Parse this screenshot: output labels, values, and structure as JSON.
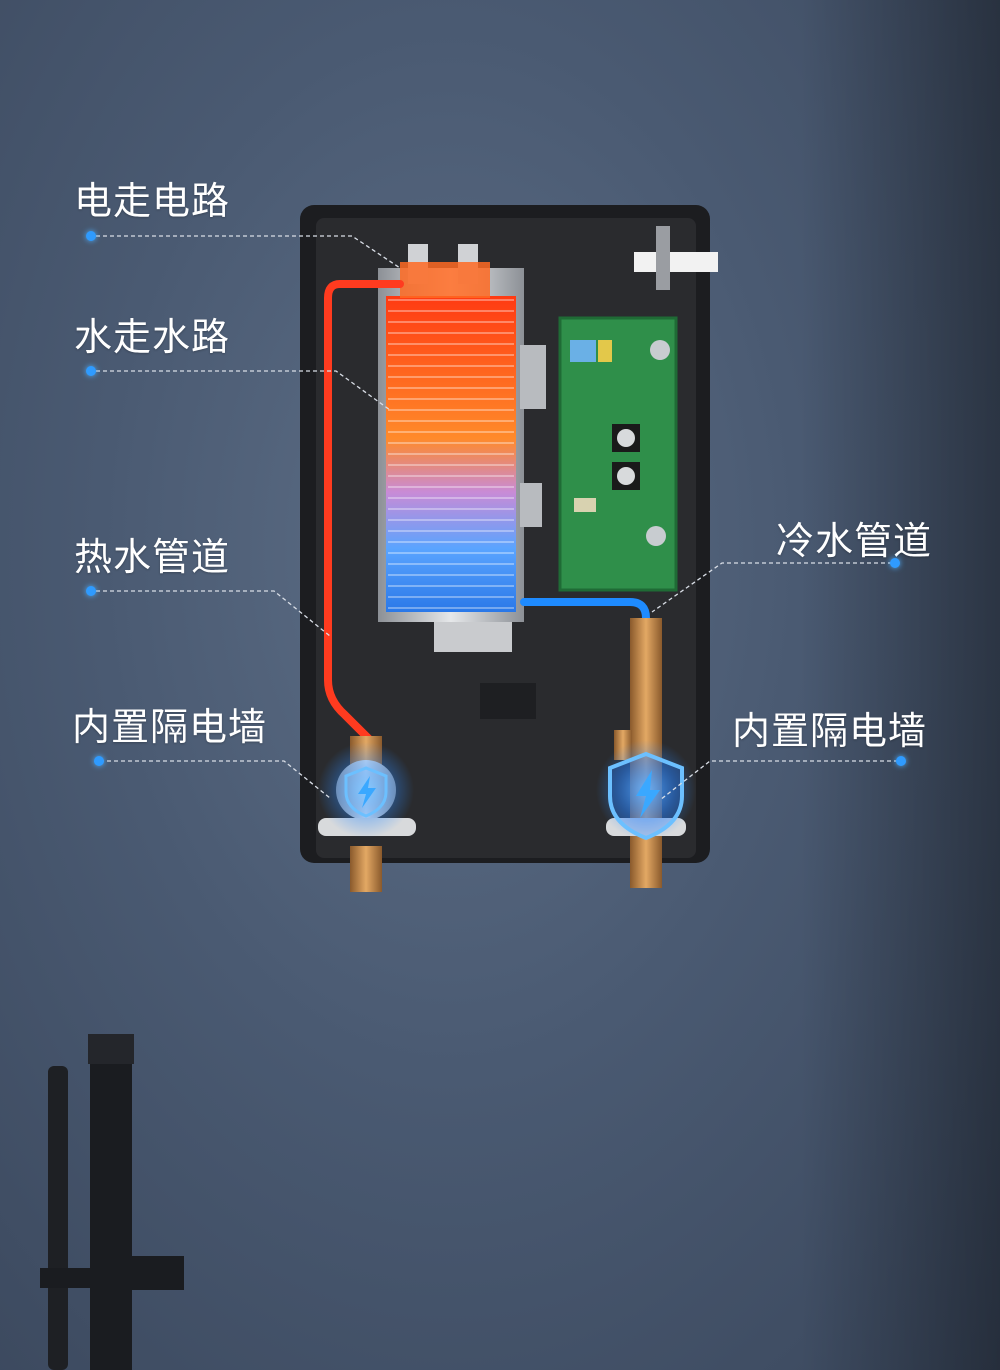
{
  "labels": {
    "circuit": "电走电路",
    "waterway": "水走水路",
    "hot_pipe": "热水管道",
    "cold_pipe": "冷水管道",
    "isolation_left": "内置隔电墙",
    "isolation_right": "内置隔电墙"
  },
  "colors": {
    "wall": "#4a5a72",
    "label_text": "#ffffff",
    "callout_dot": "#2f9bff",
    "hot_pipe": "#ff3b1f",
    "cold_pipe": "#1e8bff",
    "pcb": "#2f8f4a",
    "shield_glow": "#3aa8ff"
  },
  "icons": [
    "lightning-shield-icon",
    "lightning-shield-icon"
  ]
}
